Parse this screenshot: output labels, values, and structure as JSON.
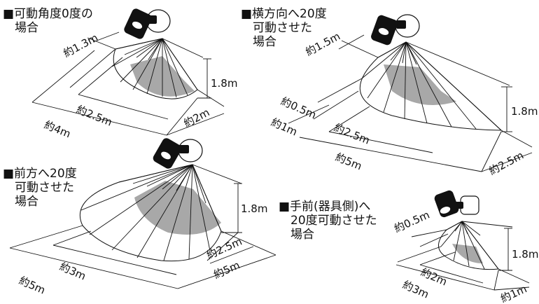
{
  "panels": [
    {
      "id": "p1",
      "caption_lines": [
        "■可動角度0度の",
        "場合"
      ],
      "labels": {
        "height": "1.8m",
        "side": "約1.3m",
        "mid": "約2.5m",
        "depth": "約4m",
        "right": "約2m"
      }
    },
    {
      "id": "p2",
      "caption_lines": [
        "■横方向へ20度",
        "可動させた",
        "場合"
      ],
      "labels": {
        "height": "1.8m",
        "side": "約1.5m",
        "near": "約0.5m",
        "near2": "約1m",
        "mid": "約2.5m",
        "depth": "約5m",
        "right": "約2.5m"
      }
    },
    {
      "id": "p3",
      "caption_lines": [
        "■前方へ20度",
        "可動させた",
        "場合"
      ],
      "labels": {
        "height": "1.8m",
        "mid": "約3m",
        "depth": "約5m",
        "right_inner": "約2.5m",
        "right": "約5m"
      }
    },
    {
      "id": "p4",
      "caption_lines": [
        "■手前(器具側)へ",
        "20度可動させた",
        "場合"
      ],
      "labels": {
        "height": "1.8m",
        "near": "約0.5m",
        "mid": "約2m",
        "depth": "約3m",
        "right": "約1m"
      }
    }
  ]
}
